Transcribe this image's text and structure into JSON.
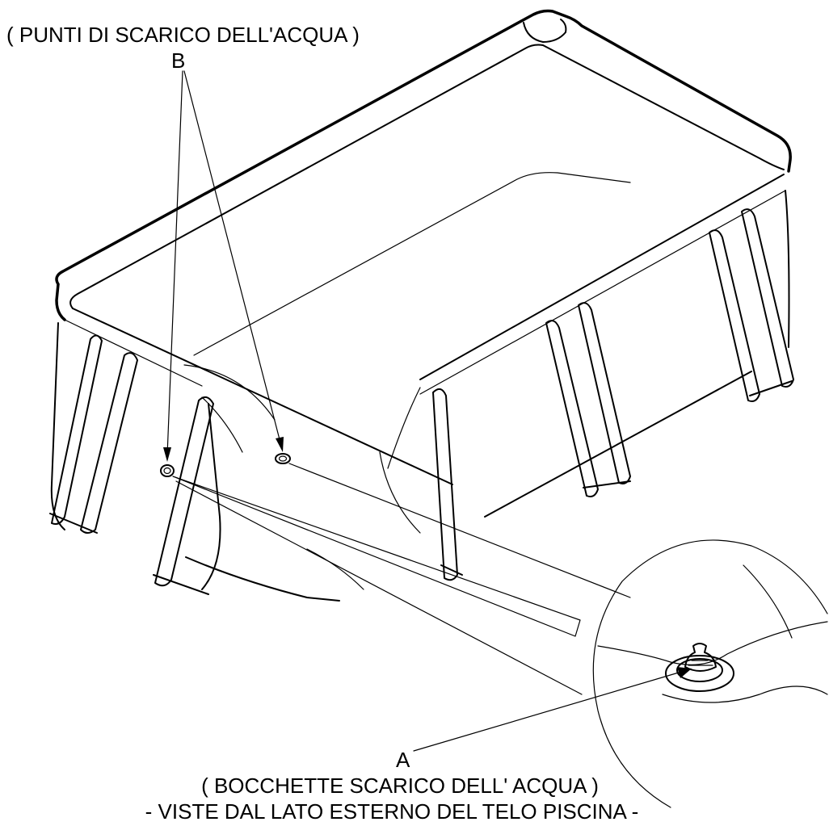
{
  "labels": {
    "b_header": "( PUNTI DI SCARICO DELL'ACQUA )",
    "b_letter": "B",
    "a_letter": "A",
    "a_caption_line1": "( BOCCHETTE SCARICO DELL' ACQUA )",
    "a_caption_line2": "- VISTE DAL LATO ESTERNO DEL TELO PISCINA -"
  }
}
